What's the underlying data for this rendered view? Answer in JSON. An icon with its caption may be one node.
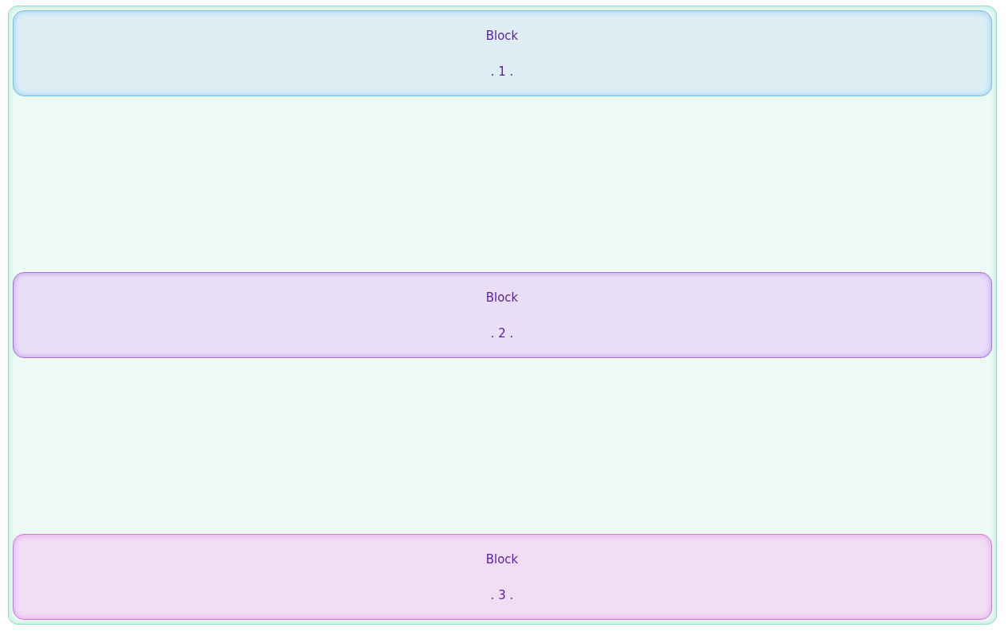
{
  "diagram": {
    "nodes": [
      {
        "text": [],
        "shape": "box"
      },
      {
        "text": [
          "Block",
          ". 1 ."
        ],
        "in": 0
      },
      {
        "text": [
          "Block",
          ". 2 ."
        ],
        "in": 0
      },
      {
        "text": [
          "Block",
          ". 3 ."
        ],
        "in": 0
      }
    ]
  }
}
